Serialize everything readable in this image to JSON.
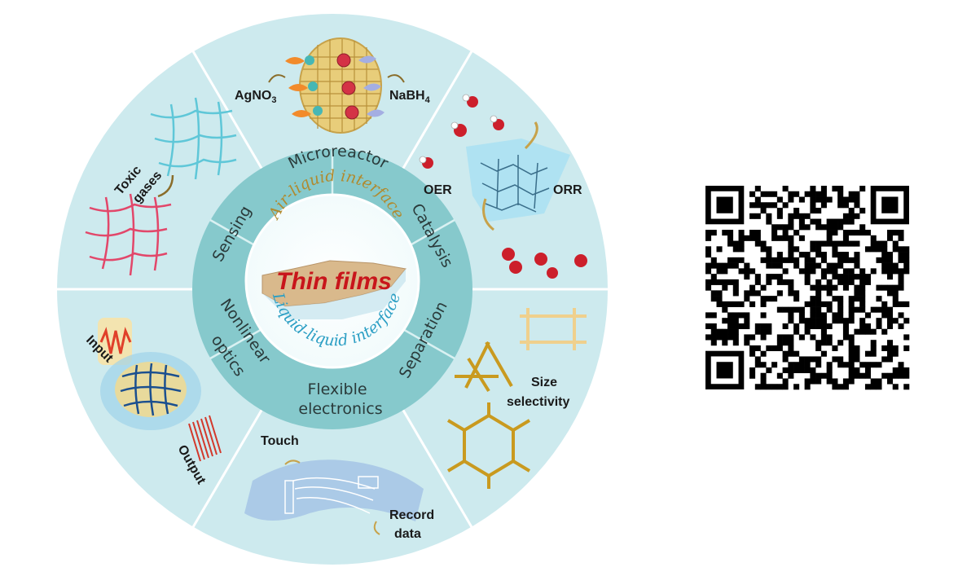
{
  "center": {
    "title": "Thin films",
    "top_interface": "Air-liquid interface",
    "bottom_interface": "Liquid-liquid interface"
  },
  "ring_labels": {
    "microreactor": "Microreactor",
    "catalysis": "Catalysis",
    "sensing": "Sensing",
    "separation": "Separation",
    "nonlinear_1": "Nonlinear",
    "nonlinear_2": "optics",
    "flexible_1": "Flexible",
    "flexible_2": "electronics"
  },
  "outer_labels": {
    "agno3": "AgNO",
    "agno3_sub": "3",
    "nabh4": "NaBH",
    "nabh4_sub": "4",
    "oer": "OER",
    "orr": "ORR",
    "toxic": "Toxic",
    "gases": "gases",
    "size": "Size",
    "selectivity": "selectivity",
    "input": "Input",
    "output": "Output",
    "touch": "Touch",
    "record": "Record",
    "data": "data"
  },
  "colors": {
    "outer_ring": "#cdeaee",
    "middle_ring": "#86c9cc",
    "divider": "#ffffff",
    "title_red": "#c8151b",
    "air_interface": "#b08a2e",
    "liquid_interface": "#2c9fc4",
    "oxygen_red": "#cc1f2b",
    "mesh_blue": "#5fc7d8",
    "mesh_red": "#e2476a",
    "gold": "#c99a1f"
  },
  "icons": [
    "arrow-icon",
    "molecule-icon",
    "mesh-icon",
    "qr-code-icon"
  ]
}
